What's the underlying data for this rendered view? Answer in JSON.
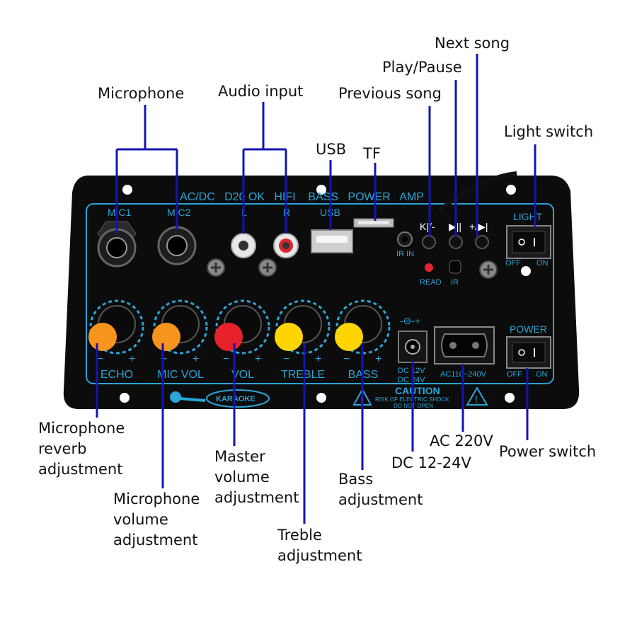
{
  "callouts": {
    "microphone": "Microphone",
    "audio_input": "Audio input",
    "usb": "USB",
    "tf": "TF",
    "previous_song": "Previous song",
    "play_pause": "Play/Pause",
    "next_song": "Next song",
    "light_switch": "Light switch",
    "mic_reverb": [
      "Microphone",
      "reverb",
      "adjustment"
    ],
    "mic_volume": [
      "Microphone",
      "volume",
      "adjustment"
    ],
    "master_volume": [
      "Master",
      "volume",
      "adjustment"
    ],
    "treble": [
      "Treble",
      "adjustment"
    ],
    "bass": [
      "Bass",
      "adjustment"
    ],
    "dc": "DC 12-24V",
    "ac": "AC 220V",
    "power_switch": "Power switch"
  },
  "panel": {
    "header": "AC/DC   D20 OK   HIFI    BASS   POWER   AMP",
    "mic1": "MIC1",
    "mic2": "MIC2",
    "left": "L",
    "right": "R",
    "usb": "USB",
    "ir_in": "IR IN",
    "read": "READ",
    "ir": "IR",
    "prev_btn": "K|/-",
    "play_btn": "▶||",
    "next_btn": "+/▶|",
    "light_label": "LIGHT",
    "light_off": "OFF",
    "light_on": "ON",
    "power_label": "POWER",
    "power_off": "OFF",
    "power_on": "ON",
    "knobs": [
      "ECHO",
      "MIC VOL",
      "VOL",
      "TREBLE",
      "BASS"
    ],
    "minus": "−",
    "plus": "+",
    "dc_rating": [
      "DC 12V",
      "DC 24V"
    ],
    "ac_rating": "AC110~240V",
    "dc_symbol": "-⊖-+",
    "karaoke": "KARAOKE",
    "caution_title": "CAUTION",
    "caution_line1": "RISK OF ELECTRIC SHOCK",
    "caution_line2": "DO NOT OPEN",
    "warning_glyph": "!"
  },
  "colors": {
    "panel": "#0c0c0c",
    "silkscreen": "#2aa6d8",
    "leader": "#1414b4",
    "knob_orange": "#f7941d",
    "knob_red": "#e8222a",
    "knob_yellow": "#ffd400"
  }
}
